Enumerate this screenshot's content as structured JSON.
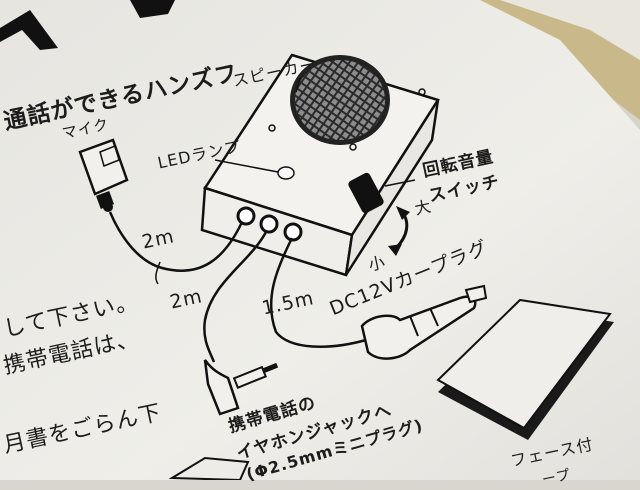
{
  "heading": {
    "top_line": "通話ができるハンズフ",
    "body_line_1": "して下さい。",
    "body_line_2": "携帯電話は、",
    "body_line_3": "月書をごらん下"
  },
  "labels": {
    "speaker": "スピーカー",
    "mic": "マイク",
    "led_lamp": "LEDランプ",
    "volume_switch_line_1": "回転音量",
    "volume_switch_line_2": "スイッチ",
    "volume_large": "大",
    "volume_small": "小",
    "cable_mic_length": "2m",
    "cable_earphone_length": "2m",
    "cable_power_length": "1.5m",
    "car_plug": "DC12Vカープラグ",
    "earphone_jack_line_1": "携帯電話の",
    "earphone_jack_line_2": "イヤホンジャックへ",
    "earphone_jack_line_3": "(Φ2.5mmミニプラグ)",
    "interface_line_1": "フェース付",
    "interface_line_2": "ープ"
  },
  "colors": {
    "paper": "#ecebe6",
    "ink": "#1c1c1c",
    "frame_wood": "#c9b98a",
    "shadow": "#b8b6b0"
  }
}
